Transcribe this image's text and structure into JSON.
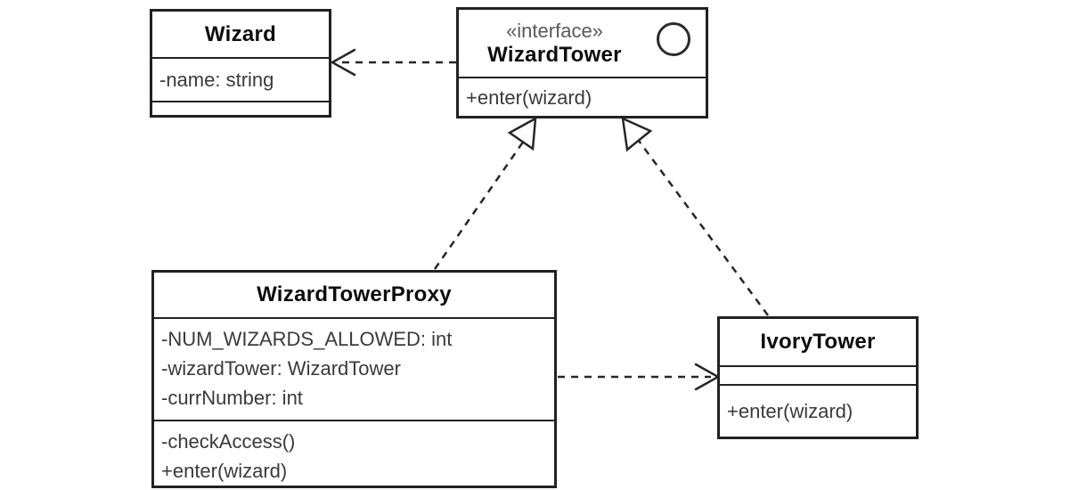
{
  "classes": {
    "wizard": {
      "title": "Wizard",
      "attributes": [
        "-name: string"
      ],
      "methods": []
    },
    "wizard_tower": {
      "stereotype": "«interface»",
      "title": "WizardTower",
      "attributes": [],
      "methods": [
        "+enter(wizard)"
      ]
    },
    "wizard_tower_proxy": {
      "title": "WizardTowerProxy",
      "attributes": [
        "-NUM_WIZARDS_ALLOWED: int",
        "-wizardTower: WizardTower",
        "-currNumber: int"
      ],
      "methods": [
        "-checkAccess()",
        "+enter(wizard)"
      ]
    },
    "ivory_tower": {
      "title": "IvoryTower",
      "attributes": [],
      "methods": [
        "+enter(wizard)"
      ]
    }
  },
  "relationships": [
    {
      "type": "dependency",
      "from": "WizardTower",
      "to": "Wizard",
      "line_style": "dashed",
      "arrowhead": "open"
    },
    {
      "type": "realization",
      "from": "WizardTowerProxy",
      "to": "WizardTower",
      "line_style": "dashed",
      "arrowhead": "hollow-triangle"
    },
    {
      "type": "realization",
      "from": "IvoryTower",
      "to": "WizardTower",
      "line_style": "dashed",
      "arrowhead": "hollow-triangle"
    },
    {
      "type": "dependency",
      "from": "WizardTowerProxy",
      "to": "IvoryTower",
      "line_style": "dashed",
      "arrowhead": "open"
    }
  ],
  "icons": {
    "interface_circle": "interface-circle-icon"
  },
  "colors": {
    "background": "#ffffff",
    "border": "#212121",
    "edge": "#262626",
    "title_text": "#0d0d0d",
    "body_text": "#3a3a3a",
    "stereotype_text": "#595959"
  }
}
